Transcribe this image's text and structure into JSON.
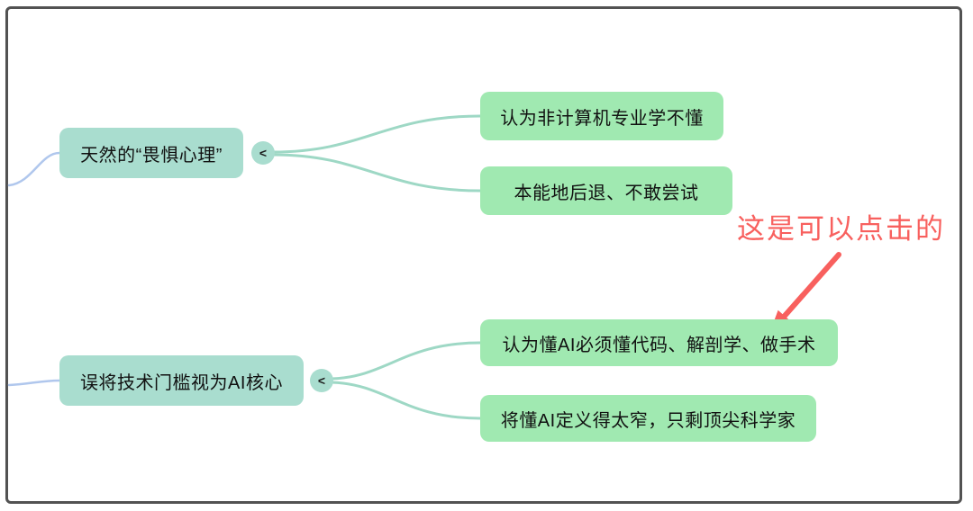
{
  "colors": {
    "topic_fill": "#a9ddcf",
    "subtopic_fill": "#a0e9b1",
    "branch_line": "#9ed8c5",
    "root_line": "#b0c7ed",
    "annotation_red": "#f8605e",
    "frame_border": "#525252",
    "node_text": "#111111"
  },
  "mindmap": {
    "branches": [
      {
        "parent": {
          "label": "天然的“畏惧心理”"
        },
        "collapse_button": "<",
        "children": [
          {
            "label": "认为非计算机专业学不懂"
          },
          {
            "label": "本能地后退、不敢尝试"
          }
        ]
      },
      {
        "parent": {
          "label": "误将技术门槛视为AI核心"
        },
        "collapse_button": "<",
        "children": [
          {
            "label": "认为懂AI必须懂代码、解剖学、做手术"
          },
          {
            "label": "将懂AI定义得太窄，只剩顶尖科学家"
          }
        ]
      }
    ]
  },
  "annotation": {
    "label": "这是可以点击的"
  }
}
